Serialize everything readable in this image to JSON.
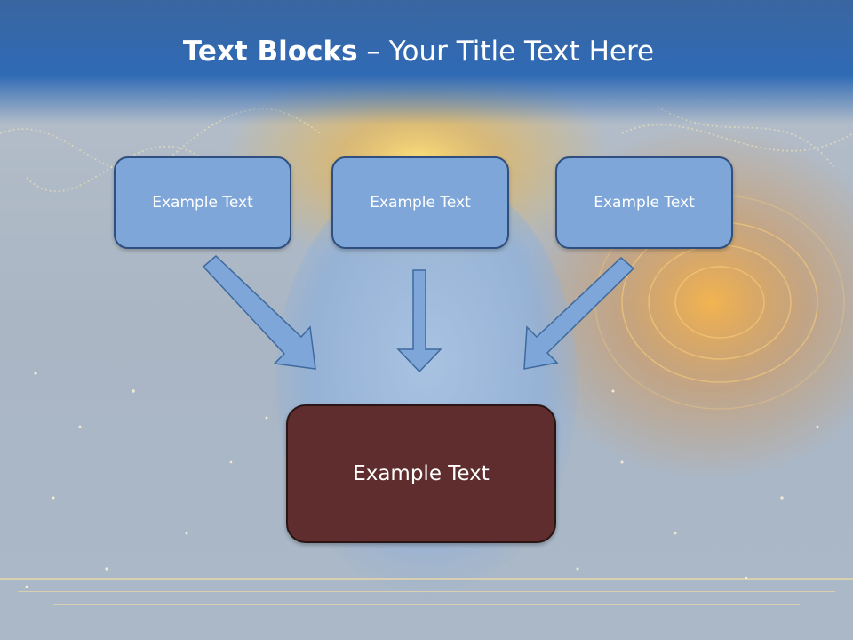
{
  "slide": {
    "title_bold": "Text Blocks",
    "title_dash": " – ",
    "title_rest": "Your Title Text Here"
  },
  "blocks": [
    {
      "label": "Example Text"
    },
    {
      "label": "Example Text"
    },
    {
      "label": "Example Text"
    }
  ],
  "target": {
    "label": "Example Text"
  },
  "colors": {
    "header": "#2f6ab5",
    "block_fill": "#7ea6d8",
    "block_border": "#2e4f7f",
    "target_fill": "#5f2d2d",
    "arrow_fill": "#7ea6d8"
  }
}
